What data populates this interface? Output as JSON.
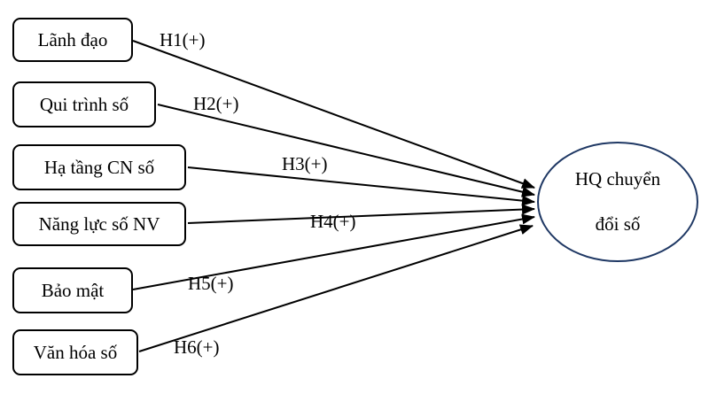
{
  "diagram": {
    "boxes": [
      {
        "label": "Lãnh đạo",
        "hypothesis": "H1(+)"
      },
      {
        "label": "Qui trình số",
        "hypothesis": "H2(+)"
      },
      {
        "label": "Hạ tầng CN số",
        "hypothesis": "H3(+)"
      },
      {
        "label": "Năng lực số NV",
        "hypothesis": "H4(+)"
      },
      {
        "label": "Bảo mật",
        "hypothesis": "H5(+)"
      },
      {
        "label": "Văn hóa số",
        "hypothesis": "H6(+)"
      }
    ],
    "outcome": {
      "line1": "HQ chuyển",
      "line2": "đổi số"
    },
    "colors": {
      "box_border": "#000000",
      "ellipse_border": "#1f3864",
      "arrow": "#000000",
      "background": "#ffffff"
    }
  }
}
